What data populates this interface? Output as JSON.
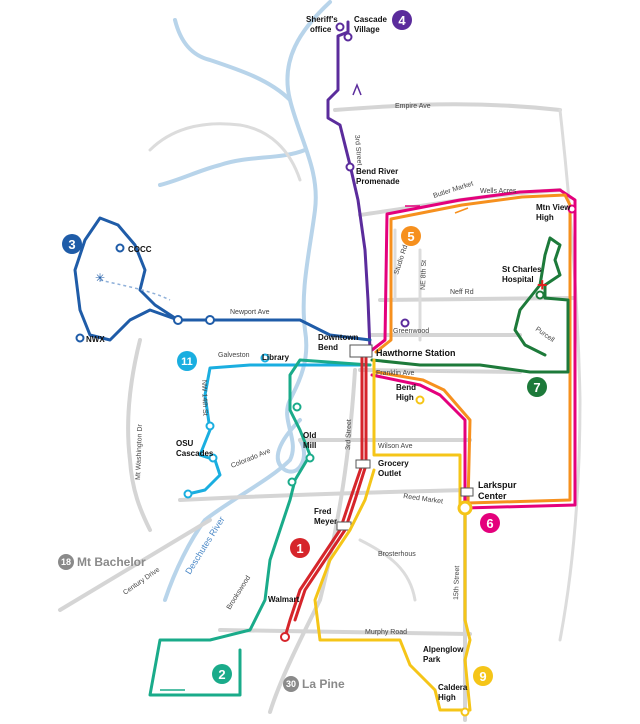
{
  "colors": {
    "route1": "#d6252b",
    "route2": "#1aab8a",
    "route3": "#1f5ca8",
    "route4": "#5b2c9c",
    "route5": "#f6901e",
    "route6": "#e4007c",
    "route7": "#1d7a3a",
    "route9": "#f5c518",
    "route11": "#1aaee0",
    "street": "#d5d5d5",
    "river": "#b8d4ea",
    "highway": "#8a8a8a",
    "hospital": "#e0201f"
  },
  "routes": {
    "r1": "1",
    "r2": "2",
    "r3": "3",
    "r4": "4",
    "r5": "5",
    "r6": "6",
    "r7": "7",
    "r9": "9",
    "r11": "11"
  },
  "highways": {
    "h18": "18",
    "h18_label": "Mt Bachelor",
    "h30": "30",
    "h30_label": "La Pine"
  },
  "streets": {
    "empire": "Empire Ave",
    "third": "3rd Street",
    "third2": "3rd Street",
    "butler": "Butler Market",
    "wells": "Wells Acres",
    "studio": "Studio Rd",
    "ne8th": "NE 8th St",
    "neff": "Neff Rd",
    "newport": "Newport Ave",
    "greenwood": "Greenwood",
    "purcell": "Purcell",
    "galveston": "Galveston",
    "nw14th": "NW 14th St",
    "mtwash": "Mt Washington Dr",
    "colorado": "Colorado Ave",
    "deschutes": "Deschutes River",
    "century": "Century Drive",
    "brookswood": "Brookswood",
    "franklin": "Franklin Ave",
    "wilson": "Wilson Ave",
    "reed": "Reed Market",
    "brosterhous": "Brosterhous",
    "fifteenth": "15th Street",
    "murphy": "Murphy Road"
  },
  "places": {
    "sheriffs": [
      "Sheriff's",
      "office"
    ],
    "cascade": [
      "Cascade",
      "Village"
    ],
    "promenade": [
      "Bend River",
      "Promenade"
    ],
    "mtnview": [
      "Mtn View",
      "High"
    ],
    "stcharles": [
      "St Charles",
      "Hospital"
    ],
    "cocc": "COCC",
    "nwx": "NWX",
    "downtown": [
      "Downtown",
      "Bend"
    ],
    "hawthorne": "Hawthorne Station",
    "library": "Library",
    "bendhigh": [
      "Bend",
      "High"
    ],
    "osu": [
      "OSU",
      "Cascades"
    ],
    "oldmill": [
      "Old",
      "Mill"
    ],
    "grocery": [
      "Grocery",
      "Outlet"
    ],
    "larkspur": [
      "Larkspur",
      "Center"
    ],
    "fredmeyer": [
      "Fred",
      "Meyer"
    ],
    "walmart": "Walmart",
    "alpenglow": [
      "Alpenglow",
      "Park"
    ],
    "caldera": [
      "Caldera",
      "High"
    ]
  }
}
